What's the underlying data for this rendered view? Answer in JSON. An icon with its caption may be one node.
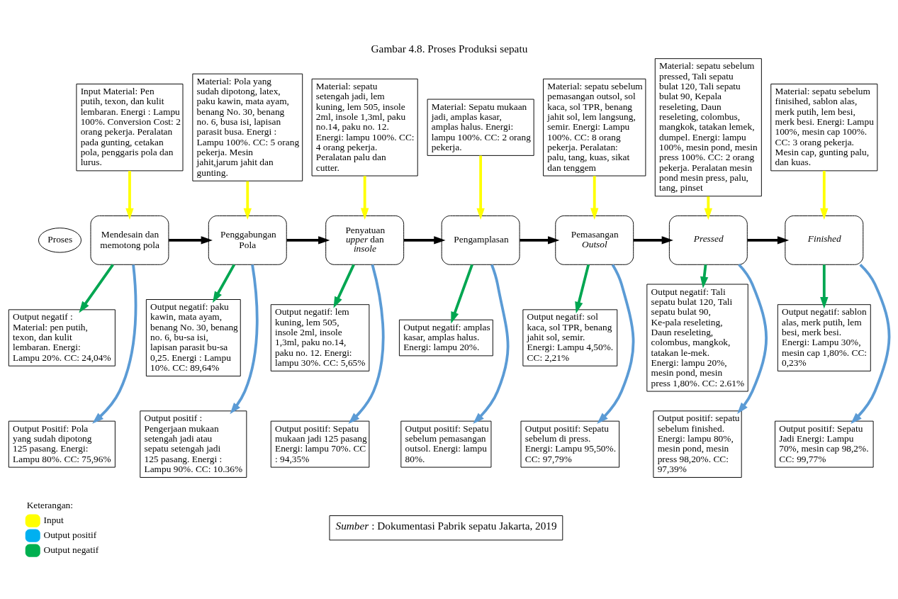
{
  "diagram": {
    "title": "Gambar 4.8. Proses Produksi sepatu",
    "caption": "*Sumber* : Dokumentasi Pabrik sepatu Jakarta, 2019",
    "nodes": [
      {
        "text": [
          "Input Material: Pen putih, texon, dan kulit lembaran. Energi : Lampu 100%. Conversion Cost: 2 orang pekerja. Peralatan pada gunting, cetakan pola, penggaris pola dan lurus."
        ]
      },
      {
        "text": [
          "Material: Pola yang sudah dipotong, latex, paku kawin, mata ayam, benang No. 30, benang no. 6, busa isi, lapisan parasit busa. Energi : Lampu 100%. CC: 5 orang pekerja. Mesin jahit,jarum jahit dan gunting."
        ]
      },
      {
        "text": [
          "Material: sepatu setengah jadi, lem kuning, lem 505, insole 2ml, insole 1,3ml, paku no.14, paku no. 12. Energi: lampu 100%. CC: 4 orang pekerja. Peralatan palu dan cutter."
        ]
      },
      {
        "text": [
          "Material: Sepatu mukaan jadi, amplas kasar, amplas halus. Energi: lampu 100%. CC: 2 orang pekerja."
        ]
      },
      {
        "text": [
          "Material: sepatu sebelum pemasangan outsol, sol kaca, sol TPR, benang jahit sol, lem langsung, semir. Energi: Lampu 100%. CC: 8 orang pekerja. Peralatan: palu, tang, kuas, sikat dan tenggem"
        ]
      },
      {
        "text": [
          "Material: sepatu sebelum pressed, Tali sepatu bulat 120, Tali sepatu bulat 90, Kepala reseleting, Daun reseleting, colombus, mangkok, tatakan lemek, dumpel. Energi: lampu 100%, mesin pond, mesin press 100%. CC: 2 orang pekerja. Peralatan mesin pond mesin press, palu, tang, pinset"
        ]
      },
      {
        "text": [
          "Material: sepatu sebelum finisihed, sablon alas, merk putih, lem besi, merk besi. Energi: Lampu 100%, mesin cap 100%. CC: 3 orang pekerja. Mesin cap, gunting palu, dan kuas."
        ]
      },
      {
        "text": [
          "Proses"
        ]
      },
      {
        "text": [
          "Mendesain dan memotong pola"
        ]
      },
      {
        "text": [
          "Penggabungan Pola"
        ]
      },
      {
        "text": [
          "Penyatuan *upper* dan *insole*"
        ]
      },
      {
        "text": [
          "Pengamplasan"
        ]
      },
      {
        "text": [
          "Pemasangan *Outsol*"
        ]
      },
      {
        "text": [
          "Pressed"
        ]
      },
      {
        "text": [
          "Finished"
        ]
      },
      {
        "text": [
          "Output negatif : Material: pen putih, texon, dan kulit lembaran. Energi: Lampu 20%. CC: 24,04%"
        ]
      },
      {
        "text": [
          "Output Positif: Pola yang sudah dipotong 125 pasang. Energi: Lampu 80%. CC: 75,96%"
        ]
      },
      {
        "text": [
          "Output negatif: paku kawin, mata ayam, benang No. 30, benang no. 6, bu-sa isi, lapisan parasit bu-sa 0,25. Energi : Lampu 10%. CC: 89,64%"
        ]
      },
      {
        "text": [
          "Output positif : Pengerjaan mukaan setengah jadi atau sepatu setengah jadi 125 pasang. Energi : Lampu 90%. CC: 10.36%"
        ]
      },
      {
        "text": [
          "Output negatif: lem kuning, lem 505, insole 2ml, insole 1,3ml, paku no.14, paku no. 12. Energi: lampu 30%. CC: 5,65%"
        ]
      },
      {
        "text": [
          "Output positif: Sepatu mukaan jadi 125 pasang Energi: lampu 70%. CC : 94,35%"
        ]
      },
      {
        "text": [
          "Output negatif: amplas kasar, amplas halus. Energi: lampu 20%."
        ]
      },
      {
        "text": [
          "Output positif: Sepatu sebelum pemasangan outsol. Energi: lampu 80%."
        ]
      },
      {
        "text": [
          "Output negatif: sol kaca, sol TPR, benang jahit sol, semir. Energi: Lampu 4,50%. CC: 2,21%"
        ]
      },
      {
        "text": [
          "Output positif: Sepatu sebelum di press. Energi: Lampu 95,50%. CC: 97,79%"
        ]
      },
      {
        "text": [
          "Output negatif: Tali sepatu bulat 120, Tali sepatu bulat 90, Ke-pala reseleting, Daun reseleting, colombus, mangkok, tatakan le-mek. Energi: lampu 20%, mesin pond, mesin press 1,80%. CC: 2.61%"
        ]
      },
      {
        "text": [
          "Output positif: sepatu sebelum finished. Energi: lampu 80%, mesin pond, mesin press 98,20%. CC: 97,39%"
        ]
      },
      {
        "text": [
          "Output negatif: sablon alas, merk putih, lem besi, merk besi. Energi: Lampu 30%, mesin cap 1,80%. CC: 0,23%"
        ]
      },
      {
        "text": [
          "Output positif: Sepatu Jadi Energi: Lampu 70%, mesin cap 98,2%. CC: 99,77%"
        ]
      }
    ],
    "edges": [
      {
        "from": 0,
        "to": 8,
        "arrow": "to",
        "color": "#ffff00"
      },
      {
        "from": 1,
        "to": 9,
        "arrow": "to",
        "color": "#ffff00"
      },
      {
        "from": 2,
        "to": 10,
        "arrow": "to",
        "color": "#ffff00"
      },
      {
        "from": 3,
        "to": 11,
        "arrow": "to",
        "color": "#ffff00"
      },
      {
        "from": 4,
        "to": 12,
        "arrow": "to",
        "color": "#ffff00"
      },
      {
        "from": 5,
        "to": 13,
        "arrow": "to",
        "color": "#ffff00"
      },
      {
        "from": 6,
        "to": 14,
        "arrow": "to",
        "color": "#ffff00"
      },
      {
        "from": 8,
        "to": 9,
        "arrow": "to",
        "color": "#000000"
      },
      {
        "from": 9,
        "to": 10,
        "arrow": "to",
        "color": "#000000"
      },
      {
        "from": 10,
        "to": 11,
        "arrow": "to",
        "color": "#000000"
      },
      {
        "from": 11,
        "to": 12,
        "arrow": "to",
        "color": "#000000"
      },
      {
        "from": 12,
        "to": 13,
        "arrow": "to",
        "color": "#000000"
      },
      {
        "from": 13,
        "to": 14,
        "arrow": "to",
        "color": "#000000"
      },
      {
        "from": 8,
        "to": 15,
        "arrow": "to",
        "color": "#00a651"
      },
      {
        "from": 8,
        "to": 16,
        "arrow": "to",
        "color": "#5b9bd5"
      },
      {
        "from": 9,
        "to": 17,
        "arrow": "to",
        "color": "#00a651"
      },
      {
        "from": 9,
        "to": 18,
        "arrow": "to",
        "color": "#5b9bd5"
      },
      {
        "from": 10,
        "to": 19,
        "arrow": "to",
        "color": "#00a651"
      },
      {
        "from": 10,
        "to": 20,
        "arrow": "to",
        "color": "#5b9bd5"
      },
      {
        "from": 11,
        "to": 21,
        "arrow": "to",
        "color": "#00a651"
      },
      {
        "from": 11,
        "to": 22,
        "arrow": "to",
        "color": "#5b9bd5"
      },
      {
        "from": 12,
        "to": 23,
        "arrow": "to",
        "color": "#00a651"
      },
      {
        "from": 12,
        "to": 24,
        "arrow": "to",
        "color": "#5b9bd5"
      },
      {
        "from": 13,
        "to": 25,
        "arrow": "to",
        "color": "#00a651"
      },
      {
        "from": 13,
        "to": 26,
        "arrow": "to",
        "color": "#5b9bd5"
      },
      {
        "from": 14,
        "to": 27,
        "arrow": "to",
        "color": "#00a651"
      },
      {
        "from": 14,
        "to": 28,
        "arrow": "to",
        "color": "#5b9bd5"
      }
    ],
    "labels": [
      "Keterangan:"
    ],
    "legend": [
      {
        "text": "Input",
        "color": "#ffff00"
      },
      {
        "text": "Output positif",
        "color": "#00b0f0"
      },
      {
        "text": "Output negatif",
        "color": "#00b050"
      }
    ]
  }
}
